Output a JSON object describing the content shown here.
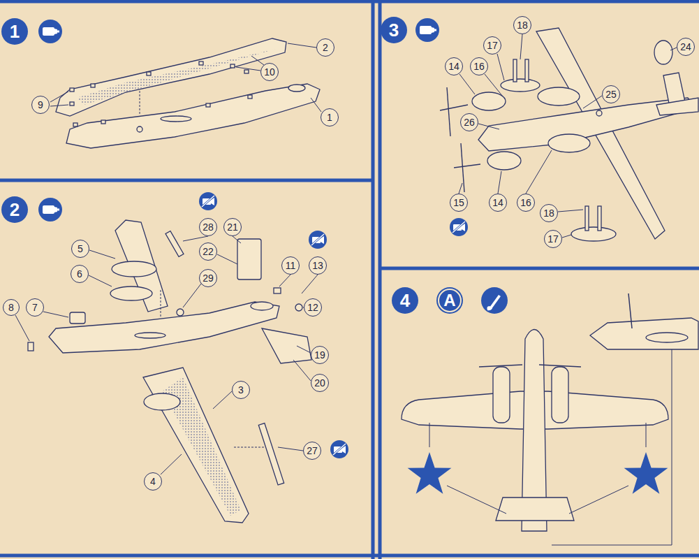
{
  "diagram": {
    "nodes": [
      {
        "text": [
          "1"
        ]
      },
      {
        "text": [
          "2"
        ]
      },
      {
        "text": [
          "10"
        ]
      },
      {
        "text": [
          "9"
        ]
      },
      {
        "text": [
          "1"
        ]
      },
      {
        "text": [
          "2"
        ]
      },
      {
        "text": [
          "28"
        ]
      },
      {
        "text": [
          "21"
        ]
      },
      {
        "text": [
          "22"
        ]
      },
      {
        "text": [
          "11"
        ]
      },
      {
        "text": [
          "13"
        ]
      },
      {
        "text": [
          "5"
        ]
      },
      {
        "text": [
          "6"
        ]
      },
      {
        "text": [
          "29"
        ]
      },
      {
        "text": [
          "12"
        ]
      },
      {
        "text": [
          "8"
        ]
      },
      {
        "text": [
          "7"
        ]
      },
      {
        "text": [
          "19"
        ]
      },
      {
        "text": [
          "20"
        ]
      },
      {
        "text": [
          "3"
        ]
      },
      {
        "text": [
          "4"
        ]
      },
      {
        "text": [
          "27"
        ]
      },
      {
        "text": [
          "3"
        ]
      },
      {
        "text": [
          "18"
        ]
      },
      {
        "text": [
          "24"
        ]
      },
      {
        "text": [
          "17"
        ]
      },
      {
        "text": [
          "14"
        ]
      },
      {
        "text": [
          "16"
        ]
      },
      {
        "text": [
          "25"
        ]
      },
      {
        "text": [
          "26"
        ]
      },
      {
        "text": [
          "15"
        ]
      },
      {
        "text": [
          "14"
        ]
      },
      {
        "text": [
          "16"
        ]
      },
      {
        "text": [
          "18"
        ]
      },
      {
        "text": [
          "17"
        ]
      },
      {
        "text": [
          "4"
        ]
      },
      {
        "text": [
          "A"
        ]
      }
    ]
  }
}
